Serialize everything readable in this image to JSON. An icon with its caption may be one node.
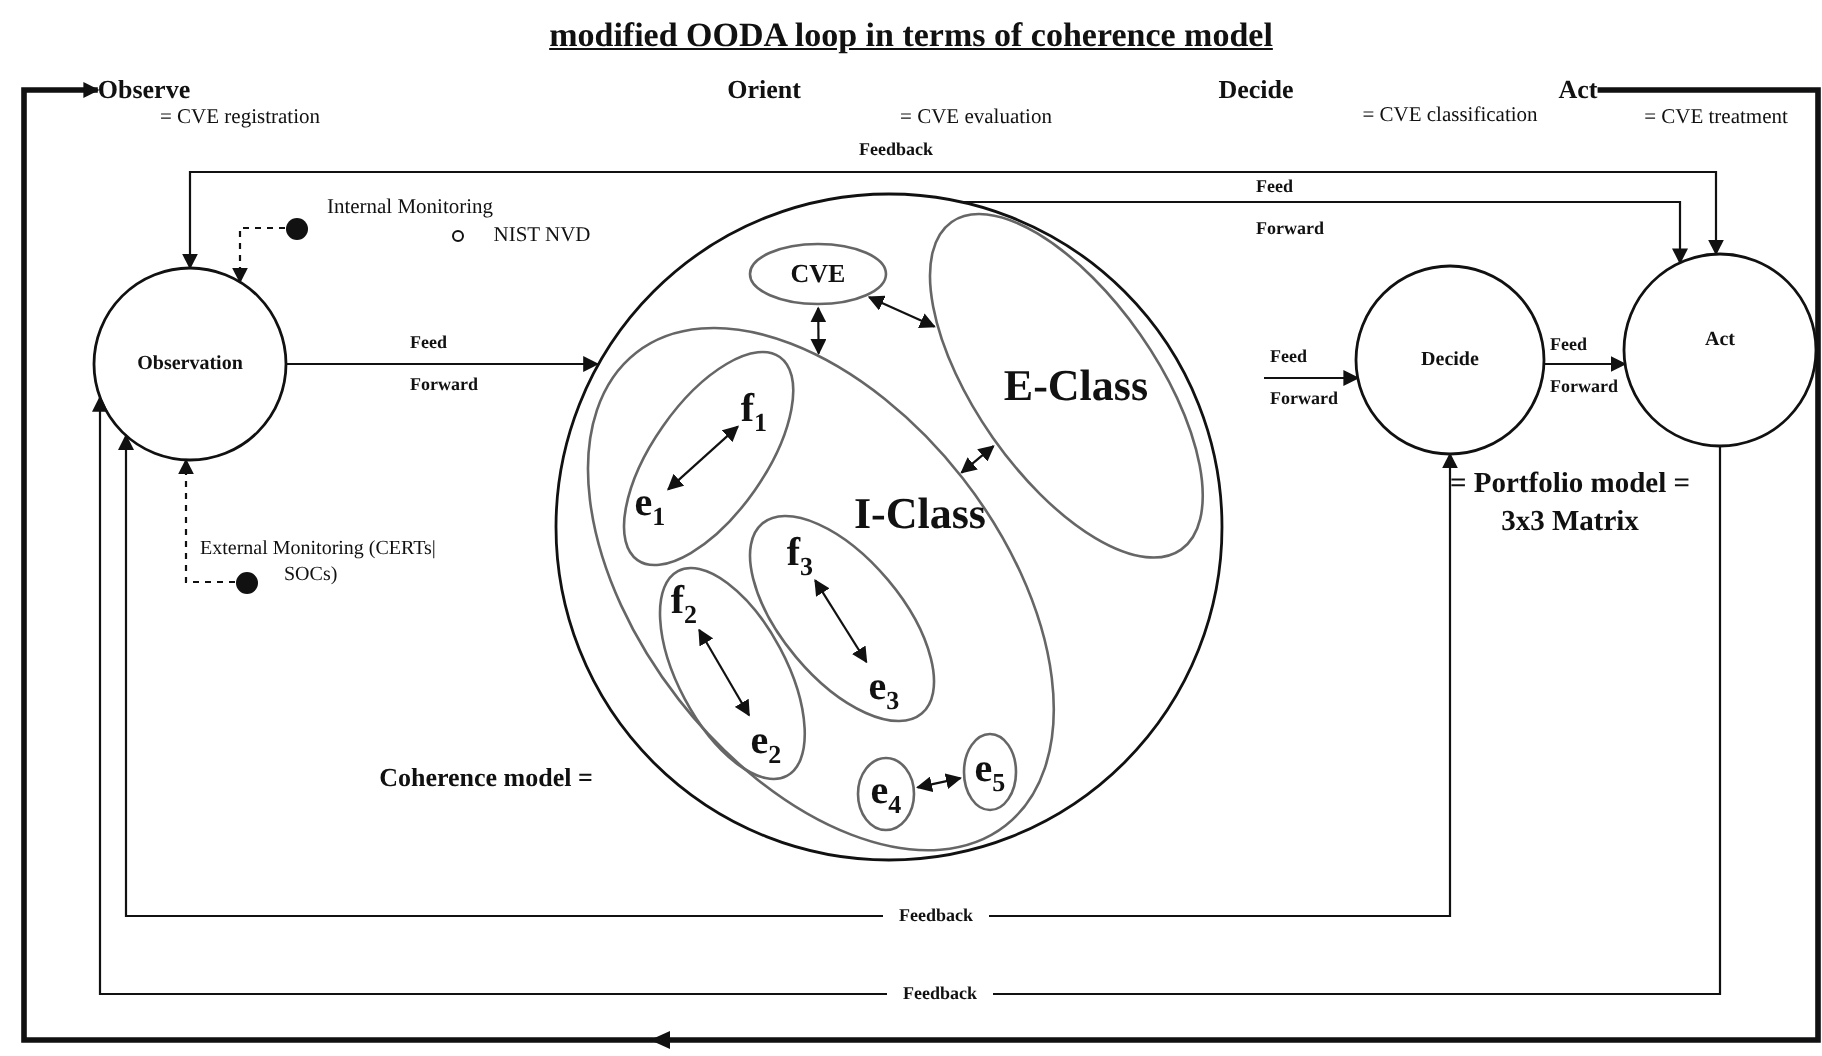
{
  "diagram": {
    "title": "modified OODA loop in terms of coherence model",
    "nodes": [
      {
        "text": [
          "Observation"
        ]
      },
      {
        "text": [],
        "shape": "circle"
      },
      {
        "text": [
          "CVE"
        ],
        "in": 1
      },
      {
        "text": [
          "E-Class"
        ],
        "in": 1
      },
      {
        "text": [
          "I-Class"
        ],
        "in": 1
      },
      {
        "text": [],
        "shape": "ellipse",
        "in": 4
      },
      {
        "text": [
          "f$_{1}$"
        ],
        "in": 5
      },
      {
        "text": [
          "e$_{1}$"
        ],
        "in": 5
      },
      {
        "text": [],
        "shape": "ellipse",
        "in": 4
      },
      {
        "text": [
          "f$_{2}$"
        ],
        "in": 8
      },
      {
        "text": [
          "e$_{2}$"
        ],
        "in": 8
      },
      {
        "text": [],
        "shape": "ellipse",
        "in": 4
      },
      {
        "text": [
          "f$_{3}$"
        ],
        "in": 11
      },
      {
        "text": [
          "e$_{3}$"
        ],
        "in": 11
      },
      {
        "text": [
          "e$_{4}$"
        ],
        "in": 4
      },
      {
        "text": [
          "e$_{5}$"
        ],
        "in": 4
      },
      {
        "text": [
          "Decide"
        ]
      },
      {
        "text": [
          "Act"
        ]
      },
      {
        "text": [],
        "shape": "dot",
        "beside": [
          "Internal Monitoring",
          "NIST NVD"
        ]
      },
      {
        "text": [],
        "shape": "dot",
        "beside": [
          "External Monitoring (CERTs| SOCs)"
        ]
      },
      {
        "text": [
          "Observe"
        ],
        "beside": [
          "= CVE registration"
        ]
      },
      {
        "text": [
          "Act"
        ],
        "beside": [
          "= CVE treatment"
        ]
      }
    ],
    "edges": [
      {
        "from": 0,
        "to": 1,
        "arrow": "to",
        "label": "Feed Forward"
      },
      {
        "from": null,
        "to": 16,
        "arrow": "to",
        "label": "Feed Forward"
      },
      {
        "from": 16,
        "to": 17,
        "arrow": "to",
        "label": "Feed Forward"
      },
      {
        "from": 1,
        "to": 17,
        "arrow": "to",
        "label": "Feed Forward"
      },
      {
        "from": 17,
        "to": 0,
        "arrow": "both",
        "label": "Feedback"
      },
      {
        "from": 16,
        "to": 0,
        "arrow": "both",
        "label": "Feedback"
      },
      {
        "from": 17,
        "to": 0,
        "arrow": "to",
        "label": "Feedback"
      },
      {
        "from": 21,
        "to": 20,
        "arrow": "to",
        "style": "thick"
      },
      {
        "from": 18,
        "to": 0,
        "arrow": "to",
        "style": "dashed"
      },
      {
        "from": 19,
        "to": 0,
        "arrow": "to",
        "style": "dashed"
      },
      {
        "from": 2,
        "to": 3,
        "arrow": "both"
      },
      {
        "from": 2,
        "to": 4,
        "arrow": "both"
      },
      {
        "from": 4,
        "to": 3,
        "arrow": "both"
      },
      {
        "from": 6,
        "to": 7,
        "arrow": "both"
      },
      {
        "from": 9,
        "to": 10,
        "arrow": "both"
      },
      {
        "from": 12,
        "to": 13,
        "arrow": "both"
      },
      {
        "from": 14,
        "to": 15,
        "arrow": "both"
      }
    ],
    "labels": [
      "Orient",
      "= CVE evaluation",
      "Decide",
      "= CVE classification",
      "Coherence model =",
      "= Portfolio model = 3x3 Matrix"
    ]
  }
}
